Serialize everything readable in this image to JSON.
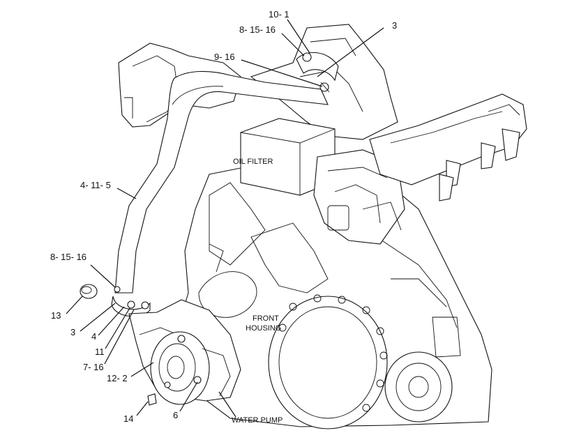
{
  "part_labels": {
    "l10_1": "10- 1",
    "l8_15_16_top": "8- 15- 16",
    "l3_top": "3",
    "l9_16": "9- 16",
    "l4_11_5": "4- 11- 5",
    "l8_15_16_left": "8- 15- 16",
    "l13": "13",
    "l3_left": "3",
    "l4": "4",
    "l11": "11",
    "l7_16": "7- 16",
    "l12_2": "12- 2",
    "l14": "14",
    "l6": "6"
  },
  "captions": {
    "oil_filter": "OIL FILTER",
    "front_housing_1": "FRONT",
    "front_housing_2": "HOUSING",
    "water_pump": "WATER PUMP"
  }
}
